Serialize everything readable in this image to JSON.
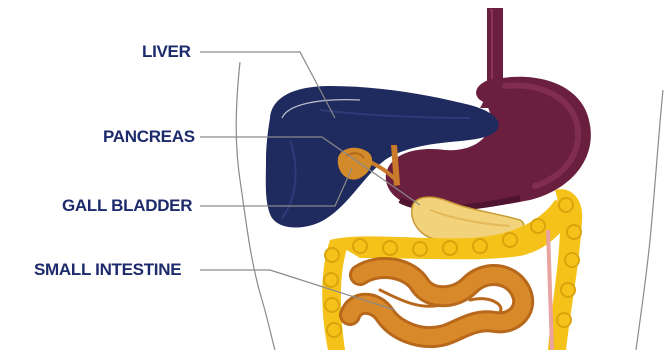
{
  "labels": {
    "liver": "LIVER",
    "pancreas": "PANCREAS",
    "gall_bladder": "GALL BLADDER",
    "small_intestine": "SMALL INTESTINE"
  },
  "colors": {
    "label_text": "#1d2a6b",
    "leader_line": "#8a8a8a",
    "body_outline": "#8a8a8a",
    "liver": "#1f2a5e",
    "liver_highlight": "#2d3b78",
    "stomach": "#6a1f3f",
    "stomach_shade": "#4f1530",
    "stomach_highlight": "#8a3358",
    "gallbladder": "#d38a2a",
    "gallbladder_dark": "#b5681c",
    "pancreas": "#f2d27a",
    "pancreas_dark": "#c79a35",
    "large_intestine": "#f5c21a",
    "large_intestine_dark": "#dba30c",
    "small_intestine": "#d88a2a",
    "small_intestine_dark": "#b8681a",
    "appendix_stripe": "#e9a3a0"
  }
}
